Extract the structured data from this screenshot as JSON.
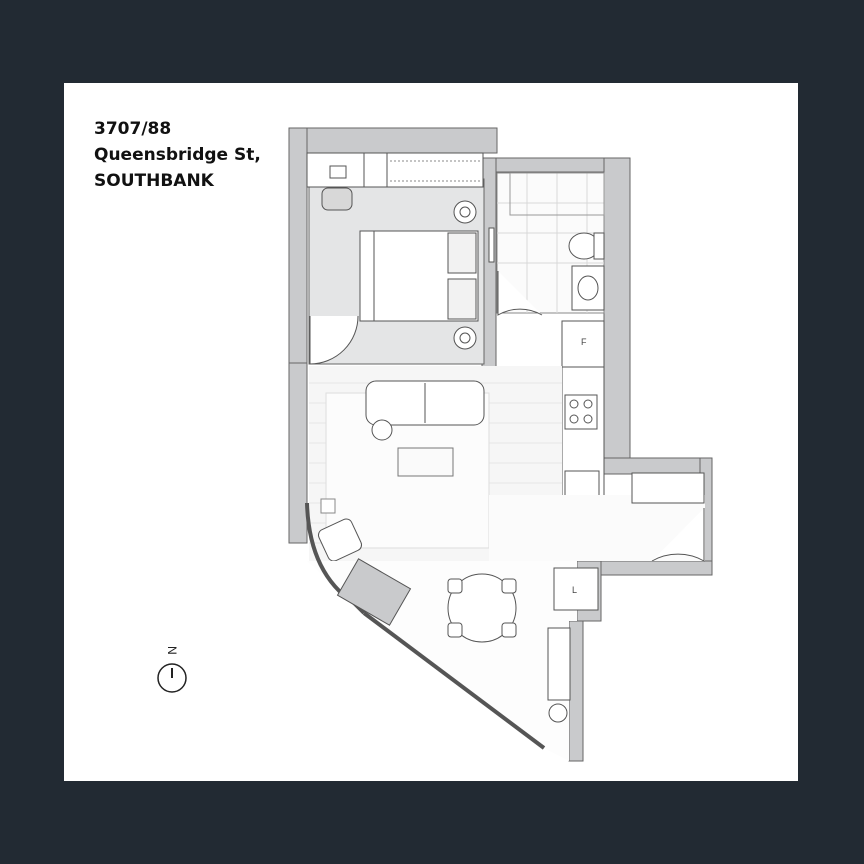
{
  "address": {
    "unit": "3707/88",
    "street": "Queensbridge St,",
    "suburb": "SOUTHBANK"
  },
  "fridge_label": "F",
  "laundry_label": "L",
  "compass_label": "N",
  "colors": {
    "background": "#222a33",
    "page": "#ffffff",
    "wall": "#c9cacc",
    "bedroom_floor": "#e4e5e6",
    "line": "#555555"
  }
}
